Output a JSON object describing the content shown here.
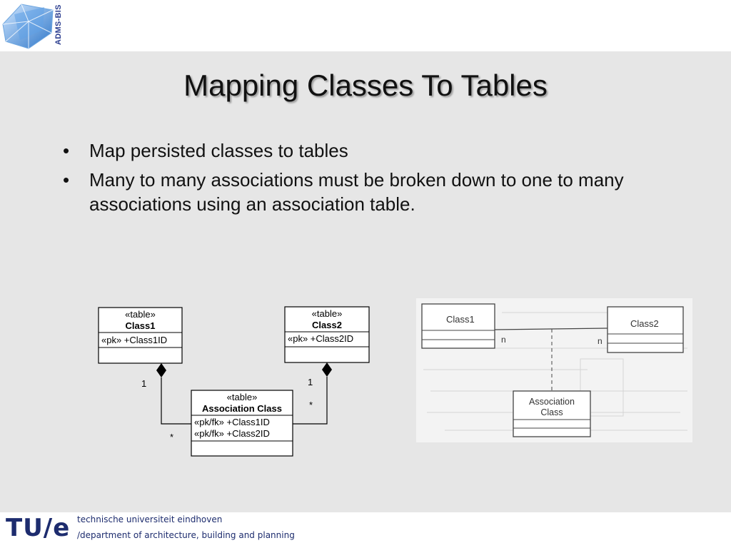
{
  "header": {
    "logo_text": "ADMS-BIS"
  },
  "slide": {
    "title": "Mapping Classes To Tables",
    "bullets": [
      "Map persisted classes to tables",
      "Many to many associations must be broken down to one to many associations using an association table."
    ],
    "bullet_symbol": "•"
  },
  "left_diagram": {
    "class1": {
      "stereotype": "«table»",
      "name": "Class1",
      "attributes": [
        "«pk» +Class1ID"
      ]
    },
    "class2": {
      "stereotype": "«table»",
      "name": "Class2",
      "attributes": [
        "«pk» +Class2ID"
      ]
    },
    "assoc": {
      "stereotype": "«table»",
      "name": "Association Class",
      "attributes": [
        "«pk/fk» +Class1ID",
        "«pk/fk» +Class2ID"
      ]
    },
    "multiplicity": {
      "class1_end": "1",
      "assoc_left_end": "*",
      "class2_end": "1",
      "assoc_right_end": "*"
    }
  },
  "right_diagram": {
    "class1_name": "Class1",
    "class2_name": "Class2",
    "assoc_name_line1": "Association",
    "assoc_name_line2": "Class",
    "multiplicity_left": "n",
    "multiplicity_right": "n"
  },
  "footer": {
    "logo": "TU/e",
    "line1": "technische universiteit eindhoven",
    "line2": "/department of architecture, building and planning"
  },
  "colors": {
    "body_bg": "#e6e6e6",
    "brand_navy": "#1d2c6e",
    "logo_text": "#2b3d8f"
  }
}
